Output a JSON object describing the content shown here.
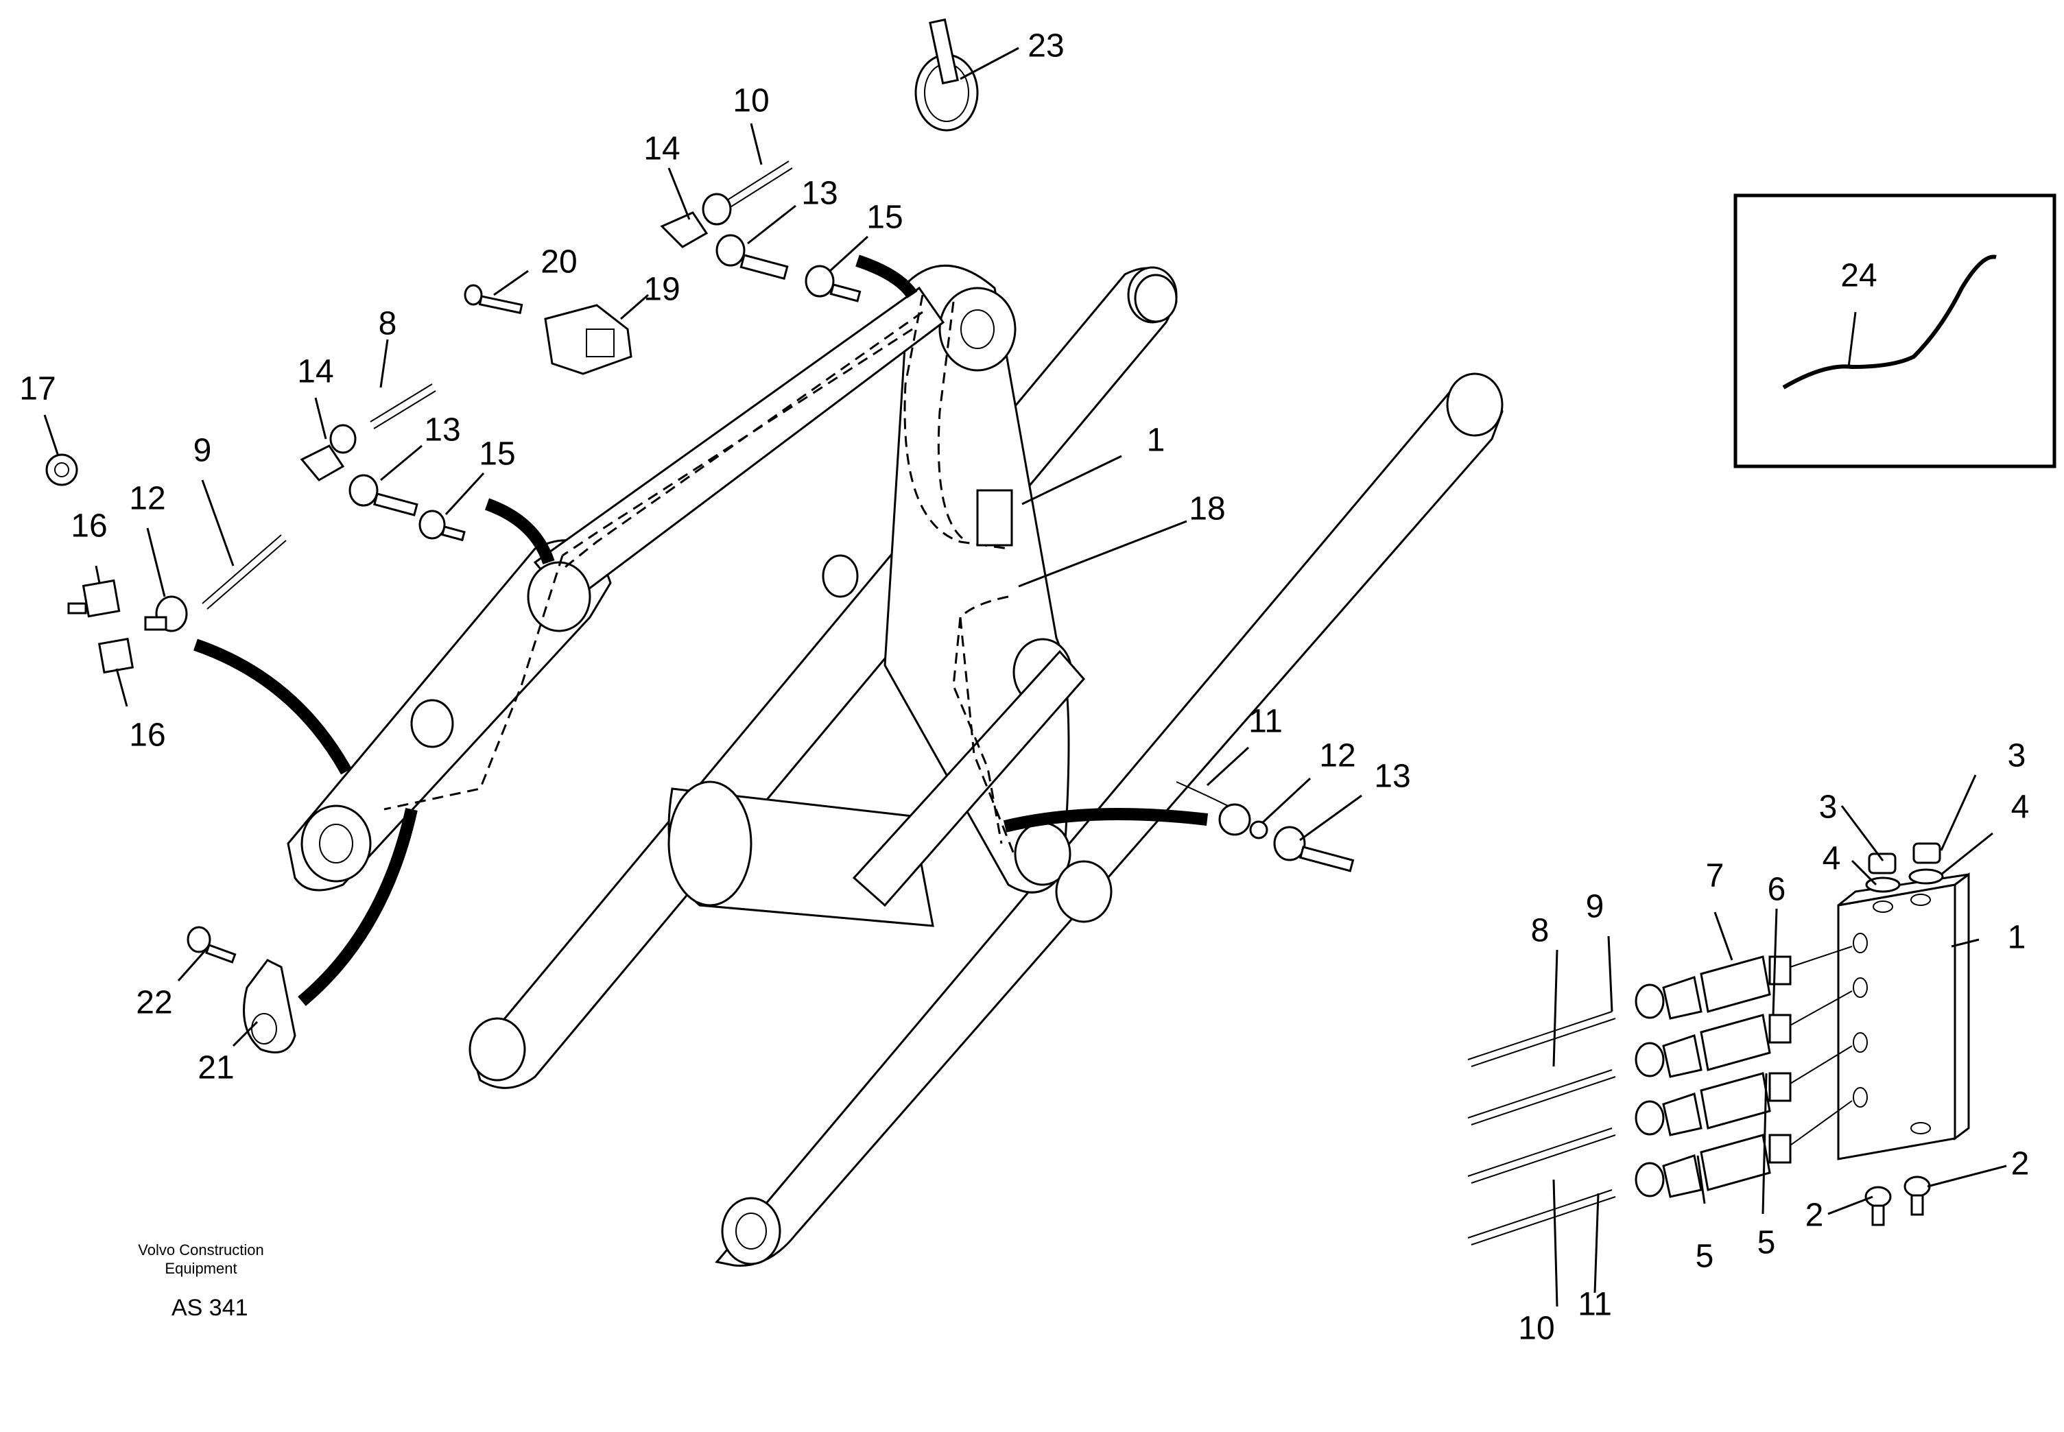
{
  "labels": {
    "l23": "23",
    "l10a": "10",
    "l14a": "14",
    "l13a": "13",
    "l15a": "15",
    "l20": "20",
    "l19": "19",
    "l8a": "8",
    "l17": "17",
    "l14b": "14",
    "l13b": "13",
    "l15b": "15",
    "l9a": "9",
    "l12a": "12",
    "l16a": "16",
    "l16b": "16",
    "l1a": "1",
    "l18": "18",
    "l24": "24",
    "l11a": "11",
    "l12b": "12",
    "l13c": "13",
    "l22": "22",
    "l21": "21",
    "l3a": "3",
    "l3b": "3",
    "l4a": "4",
    "l4b": "4",
    "l1b": "1",
    "l9b": "9",
    "l8b": "8",
    "l7": "7",
    "l6": "6",
    "l5a": "5",
    "l5b": "5",
    "l2a": "2",
    "l2b": "2",
    "l10b": "10",
    "l11b": "11"
  },
  "footer": {
    "company_line1": "Volvo Construction",
    "company_line2": "Equipment",
    "code": "AS 341"
  }
}
